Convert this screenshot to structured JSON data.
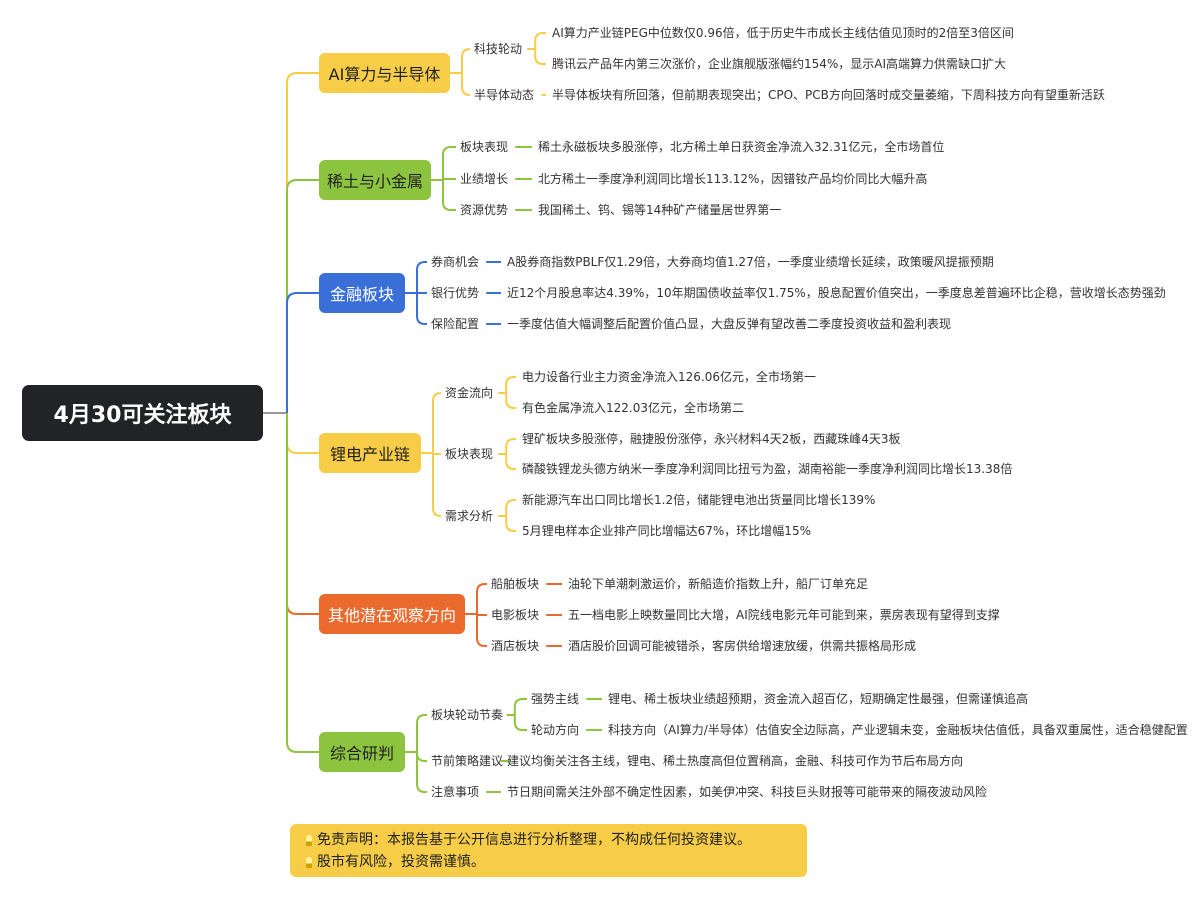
{
  "title": "4月30可关注板块",
  "colors": {
    "root_bg": "#222326",
    "yellow": "#f7cd47",
    "green": "#8dc43f",
    "blue": "#3a6fd8",
    "orange": "#ea6a2e"
  },
  "branches": [
    {
      "label": "AI算力与半导体",
      "color": "#f7cd47",
      "text_color": "#222222",
      "subs": [
        {
          "label": "科技轮动",
          "leaves": [
            "AI算力产业链PEG中位数仅0.96倍，低于历史牛市成长主线估值见顶时的2倍至3倍区间",
            "腾讯云产品年内第三次涨价，企业旗舰版涨幅约154%，显示AI高端算力供需缺口扩大"
          ]
        },
        {
          "label": "半导体动态",
          "leaves": [
            "半导体板块有所回落，但前期表现突出；CPO、PCB方向回落时成交量萎缩，下周科技方向有望重新活跃"
          ]
        }
      ]
    },
    {
      "label": "稀土与小金属",
      "color": "#8dc43f",
      "text_color": "#222222",
      "subs": [
        {
          "label": "板块表现",
          "leaves": [
            "稀土永磁板块多股涨停，北方稀土单日获资金净流入32.31亿元，全市场首位"
          ]
        },
        {
          "label": "业绩增长",
          "leaves": [
            "北方稀土一季度净利润同比增长113.12%，因镨钕产品均价同比大幅升高"
          ]
        },
        {
          "label": "资源优势",
          "leaves": [
            "我国稀土、钨、锡等14种矿产储量居世界第一"
          ]
        }
      ]
    },
    {
      "label": "金融板块",
      "color": "#3a6fd8",
      "text_color": "#ffffff",
      "subs": [
        {
          "label": "券商机会",
          "leaves": [
            "A股券商指数PBLF仅1.29倍，大券商均值1.27倍，一季度业绩增长延续，政策暖风提振预期"
          ]
        },
        {
          "label": "银行优势",
          "leaves": [
            "近12个月股息率达4.39%，10年期国债收益率仅1.75%，股息配置价值突出，一季度息差普遍环比企稳，营收增长态势强劲"
          ]
        },
        {
          "label": "保险配置",
          "leaves": [
            "一季度估值大幅调整后配置价值凸显，大盘反弹有望改善二季度投资收益和盈利表现"
          ]
        }
      ]
    },
    {
      "label": "锂电产业链",
      "color": "#f7cd47",
      "text_color": "#222222",
      "subs": [
        {
          "label": "资金流向",
          "leaves": [
            "电力设备行业主力资金净流入126.06亿元，全市场第一",
            "有色金属净流入122.03亿元，全市场第二"
          ]
        },
        {
          "label": "板块表现",
          "leaves": [
            "锂矿板块多股涨停，融捷股份涨停，永兴材料4天2板，西藏珠峰4天3板",
            "磷酸铁锂龙头德方纳米一季度净利润同比扭亏为盈，湖南裕能一季度净利润同比增长13.38倍"
          ]
        },
        {
          "label": "需求分析",
          "leaves": [
            "新能源汽车出口同比增长1.2倍，储能锂电池出货量同比增长139%",
            "5月锂电样本企业排产同比增幅达67%，环比增幅15%"
          ]
        }
      ]
    },
    {
      "label": "其他潜在观察方向",
      "color": "#ea6a2e",
      "text_color": "#ffffff",
      "subs": [
        {
          "label": "船舶板块",
          "leaves": [
            "油轮下单潮刺激运价，新船造价指数上升，船厂订单充足"
          ]
        },
        {
          "label": "电影板块",
          "leaves": [
            "五一档电影上映数量同比大增，AI院线电影元年可能到来，票房表现有望得到支撑"
          ]
        },
        {
          "label": "酒店板块",
          "leaves": [
            "酒店股价回调可能被错杀，客房供给增速放缓，供需共振格局形成"
          ]
        }
      ]
    },
    {
      "label": "综合研判",
      "color": "#8dc43f",
      "text_color": "#222222",
      "subs": [
        {
          "label": "板块轮动节奏",
          "leaves": [],
          "children": [
            {
              "label": "强势主线",
              "leaves": [
                "锂电、稀土板块业绩超预期，资金流入超百亿，短期确定性最强，但需谨慎追高"
              ]
            },
            {
              "label": "轮动方向",
              "leaves": [
                "科技方向（AI算力/半导体）估值安全边际高，产业逻辑未变，金融板块估值低，具备双重属性，适合稳健配置"
              ]
            }
          ]
        },
        {
          "label": "节前策略建议",
          "leaves": [
            "建议均衡关注各主线，锂电、稀土热度高但位置稍高，金融、科技可作为节后布局方向"
          ]
        },
        {
          "label": "注意事项",
          "leaves": [
            "节日期间需关注外部不确定性因素，如美伊冲突、科技巨头财报等可能带来的隔夜波动风险"
          ]
        }
      ]
    }
  ],
  "disclaimer": {
    "line1": "免责声明：本报告基于公开信息进行分析整理，不构成任何投资建议。",
    "line2": "股市有风险，投资需谨慎。",
    "icon": "lightbulb-icon"
  }
}
